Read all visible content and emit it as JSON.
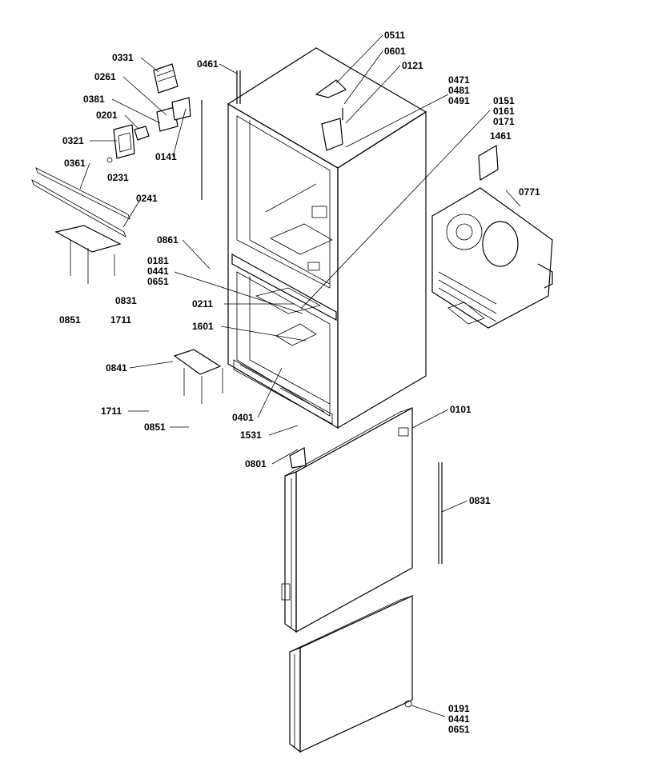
{
  "diagram": {
    "header_text": "",
    "part_labels": {
      "p0331": "0331",
      "p0261": "0261",
      "p0381": "0381",
      "p0201": "0201",
      "p0321": "0321",
      "p0231": "0231",
      "p0141": "0141",
      "p0361": "0361",
      "p0241": "0241",
      "p0861": "0861",
      "p0181": "0181",
      "p0441a": "0441",
      "p0651a": "0651",
      "p0831a": "0831",
      "p0851a": "0851",
      "p1711a": "1711",
      "p0211": "0211",
      "p1601": "1601",
      "p0841": "0841",
      "p1711b": "1711",
      "p0851b": "0851",
      "p0401": "0401",
      "p1531": "1531",
      "p0801": "0801",
      "p0461": "0461",
      "p0511": "0511",
      "p0601": "0601",
      "p0121": "0121",
      "p0471": "0471",
      "p0481": "0481",
      "p0491": "0491",
      "p0151": "0151",
      "p0161": "0161",
      "p0171": "0171",
      "p1461": "1461",
      "p0771": "0771",
      "p0101": "0101",
      "p0831b": "0831",
      "p0191": "0191",
      "p0441b": "0441",
      "p0651b": "0651"
    }
  }
}
